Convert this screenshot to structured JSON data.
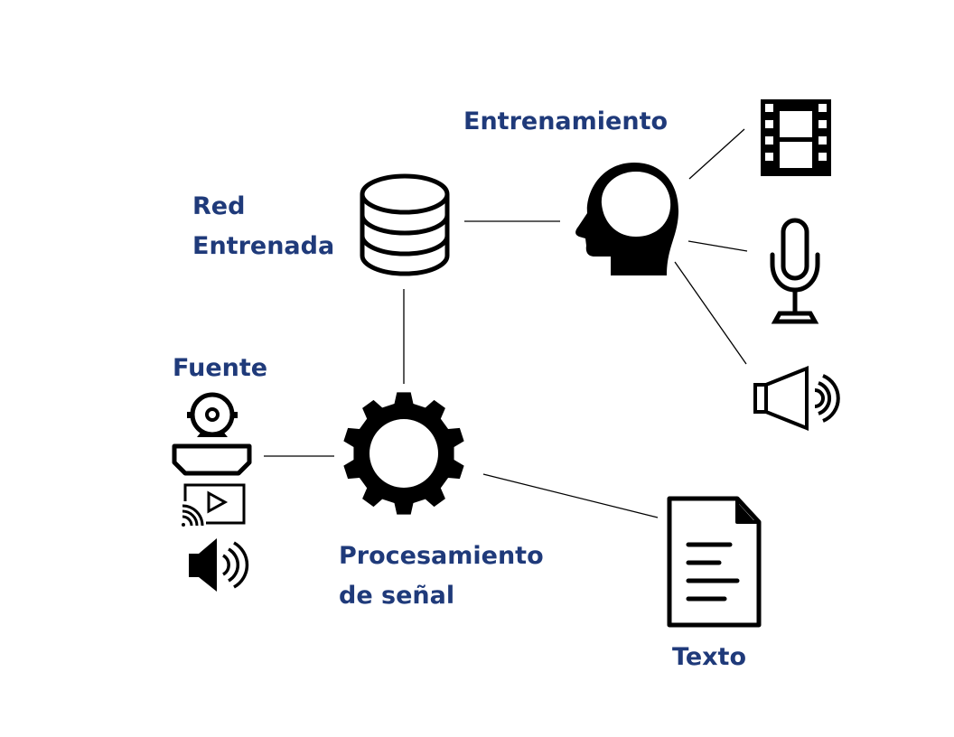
{
  "labels": {
    "entrenamiento": "Entrenamiento",
    "red_line1": "Red",
    "red_line2": "Entrenada",
    "fuente": "Fuente",
    "procesamiento_line1": "Procesamiento",
    "procesamiento_line2": "de señal",
    "texto": "Texto"
  },
  "colors": {
    "label": "#1f3a7a",
    "icon": "#000000",
    "connector": "#000000"
  },
  "icons": {
    "film": "film-strip-icon",
    "head": "brain-head-icon",
    "microphone": "microphone-icon",
    "speaker": "speaker-icon",
    "database": "database-icon",
    "gear": "gear-icon",
    "webcam": "webcam-icon",
    "hdmi": "hdmi-port-icon",
    "cast": "screen-cast-icon",
    "volume": "volume-icon",
    "document": "text-document-icon"
  }
}
